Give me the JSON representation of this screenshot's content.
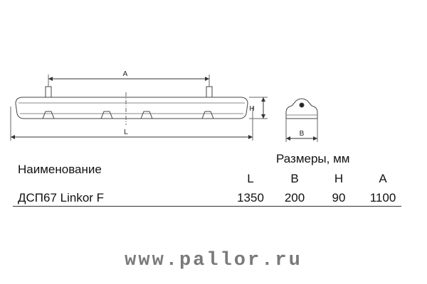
{
  "drawing": {
    "side_view": {
      "length_label": "L",
      "span_label": "A",
      "height_label": "H"
    },
    "end_view": {
      "width_label": "B"
    }
  },
  "table": {
    "name_header": "Наименование",
    "dims_header": "Размеры, мм",
    "columns": [
      "L",
      "B",
      "H",
      "A"
    ],
    "rows": [
      {
        "name": "ДСП67 Linkor F",
        "values": [
          "1350",
          "200",
          "90",
          "1100"
        ]
      }
    ]
  },
  "watermark": "www.pallor.ru"
}
